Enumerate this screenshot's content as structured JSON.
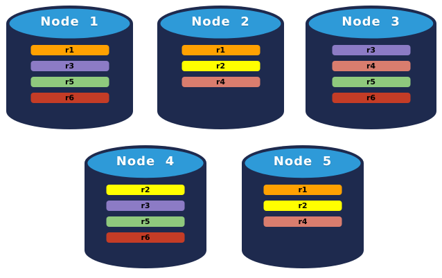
{
  "palette": {
    "cylinder_body": "#1E2A4E",
    "cylinder_top": "#2E9AD8",
    "title_color": "#FFFFFF",
    "bar_text_color": "#000000",
    "replica_colors": {
      "r1": "#FFA101",
      "r2": "#FFFF00",
      "r3": "#8C7BC5",
      "r4": "#D97D6E",
      "r5": "#8FC97D",
      "r6": "#C43C26"
    }
  },
  "nodes": [
    {
      "label": "Node  1",
      "replicas": [
        "r1",
        "r3",
        "r5",
        "r6"
      ]
    },
    {
      "label": "Node  2",
      "replicas": [
        "r1",
        "r2",
        "r4"
      ]
    },
    {
      "label": "Node  3",
      "replicas": [
        "r3",
        "r4",
        "r5",
        "r6"
      ]
    },
    {
      "label": "Node  4",
      "replicas": [
        "r2",
        "r3",
        "r5",
        "r6"
      ]
    },
    {
      "label": "Node  5",
      "replicas": [
        "r1",
        "r2",
        "r4"
      ]
    }
  ]
}
